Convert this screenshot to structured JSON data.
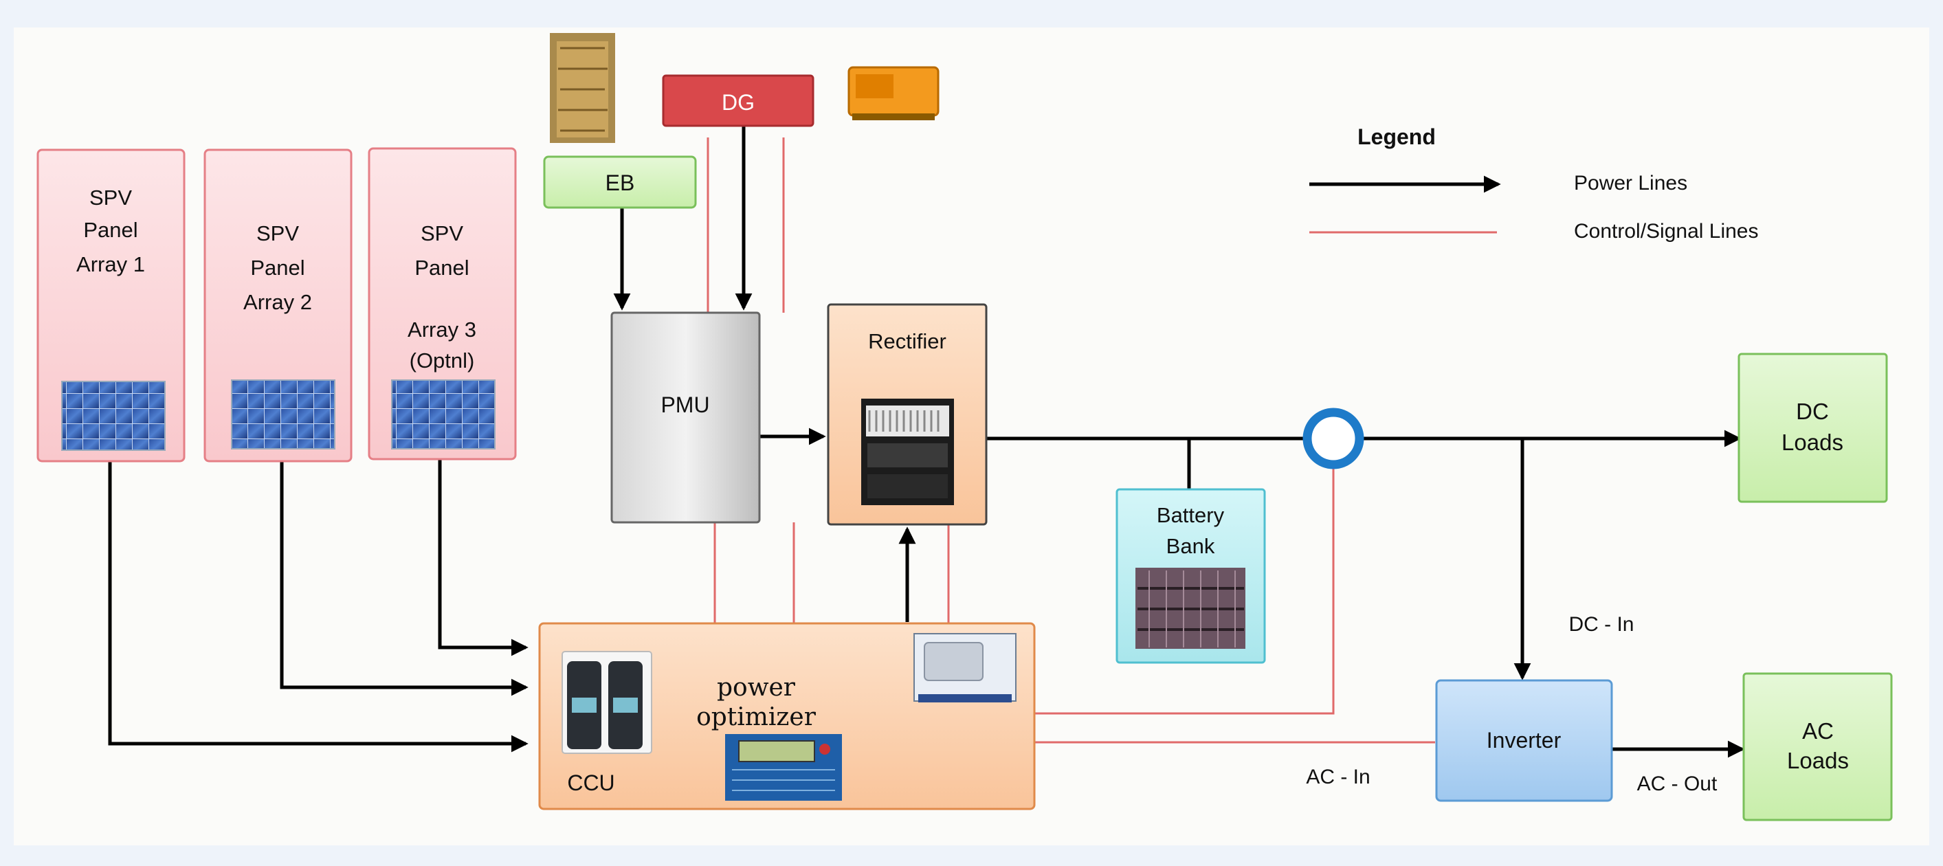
{
  "sources": {
    "eb": "EB",
    "dg": "DG"
  },
  "spv_arrays": [
    {
      "line1": "SPV",
      "line2": "Panel",
      "line3": "Array 1",
      "line4": ""
    },
    {
      "line1": "SPV",
      "line2": "Panel",
      "line3": "Array 2",
      "line4": ""
    },
    {
      "line1": "SPV",
      "line2": "Panel",
      "line3": "Array 3",
      "line4": "(Optnl)"
    }
  ],
  "blocks": {
    "pmu": "PMU",
    "rectifier": "Rectifier",
    "battery_line1": "Battery",
    "battery_line2": "Bank",
    "dc_loads_line1": "DC",
    "dc_loads_line2": "Loads",
    "ac_loads_line1": "AC",
    "ac_loads_line2": "Loads",
    "inverter": "Inverter",
    "ccu": "CCU",
    "power_optimizer_line1": "power",
    "power_optimizer_line2": "optimizer"
  },
  "line_labels": {
    "dc_in": "DC - In",
    "ac_in": "AC - In",
    "ac_out": "AC - Out"
  },
  "legend": {
    "title": "Legend",
    "power_lines": "Power Lines",
    "control_lines": "Control/Signal Lines"
  },
  "colors": {
    "power_line": "#000000",
    "control_line": "#e06a6a",
    "spv_fill": "#fde0e3",
    "green_fill": "#d7f3c3",
    "orange_fill": "#fcd4b4",
    "inverter_fill": "#b9d8f5",
    "battery_fill": "#bfeef2",
    "dg_fill": "#d9484b"
  }
}
